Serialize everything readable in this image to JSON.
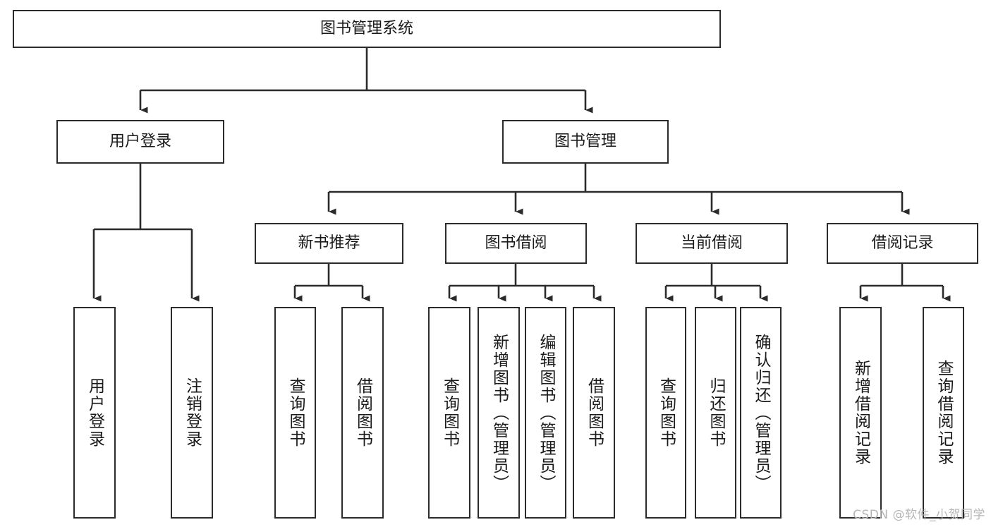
{
  "diagram": {
    "title_text": "图书管理系统",
    "type": "tree-hierarchy-chart",
    "colors": {
      "box_border": "#2b2b2b",
      "box_fill": "#ffffff",
      "edge": "#2b2b2b",
      "text": "#1a1a1a",
      "watermark": "#b6b6b6",
      "background": "#ffffff"
    },
    "nodes": {
      "root": {
        "label": "图书管理系统"
      },
      "level2": [
        {
          "label": "用户登录"
        },
        {
          "label": "图书管理"
        }
      ],
      "level3": [
        {
          "label": "新书推荐"
        },
        {
          "label": "图书借阅"
        },
        {
          "label": "当前借阅"
        },
        {
          "label": "借阅记录"
        }
      ],
      "leaves": {
        "user_login": [
          {
            "label": "用户登录"
          },
          {
            "label": "注销登录"
          }
        ],
        "new_book_recommend": [
          {
            "label": "查询图书"
          },
          {
            "label": "借阅图书"
          }
        ],
        "book_borrow": [
          {
            "label": "查询图书"
          },
          {
            "label": "新增图书（管理员）"
          },
          {
            "label": "编辑图书（管理员）"
          },
          {
            "label": "借阅图书"
          }
        ],
        "current_borrow": [
          {
            "label": "查询图书"
          },
          {
            "label": "归还图书"
          },
          {
            "label": "确认归还（管理员）"
          }
        ],
        "borrow_record": [
          {
            "label": "新增借阅记录"
          },
          {
            "label": "查询借阅记录"
          }
        ]
      }
    },
    "watermark": "CSDN @软件_小贺同学"
  }
}
